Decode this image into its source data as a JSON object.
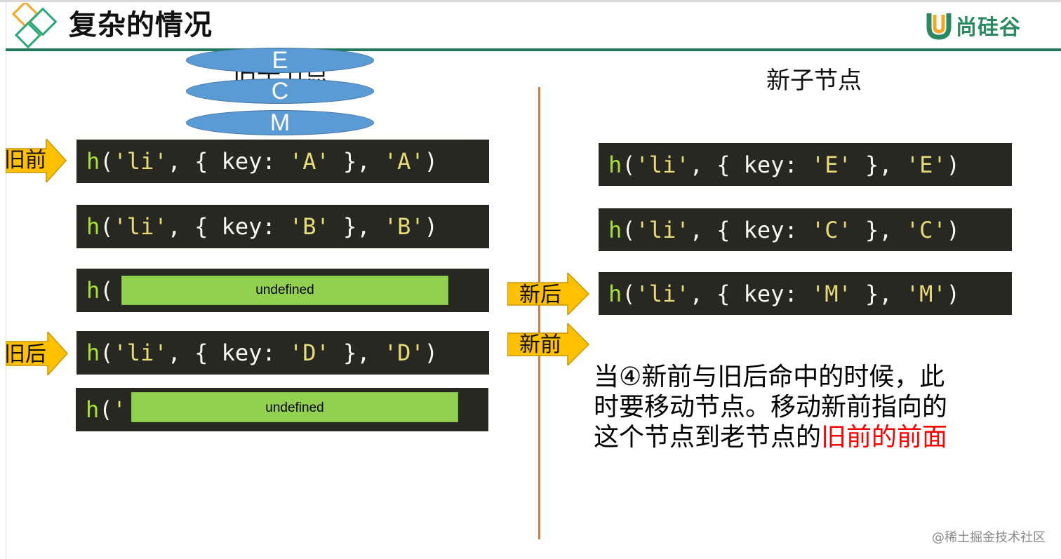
{
  "header": {
    "title": "复杂的情况",
    "brand": "尚硅谷"
  },
  "columns": {
    "old_label": "旧子节点",
    "new_label": "新子节点"
  },
  "overlay_ovals": [
    "E",
    "C",
    "M"
  ],
  "old_nodes": [
    {
      "h": "h",
      "open": "(",
      "tag": "'li'",
      "mid1": ", { key: ",
      "key": "'A'",
      "mid2": " }, ",
      "text": "'A'",
      "close": ")"
    },
    {
      "h": "h",
      "open": "(",
      "tag": "'li'",
      "mid1": ", { key: ",
      "key": "'B'",
      "mid2": " }, ",
      "text": "'B'",
      "close": ")"
    },
    {
      "h": "h",
      "open": "(",
      "close": ")",
      "mask": "undefined"
    },
    {
      "h": "h",
      "open": "(",
      "tag": "'li'",
      "mid1": ", { key: ",
      "key": "'D'",
      "mid2": " }, ",
      "text": "'D'",
      "close": ")"
    },
    {
      "h": "h",
      "open": "(",
      "tick": "'",
      "close": ")",
      "mask": "undefined"
    }
  ],
  "new_nodes": [
    {
      "h": "h",
      "open": "(",
      "tag": "'li'",
      "mid1": ", { key: ",
      "key": "'E'",
      "mid2": " }, ",
      "text": "'E'",
      "close": ")"
    },
    {
      "h": "h",
      "open": "(",
      "tag": "'li'",
      "mid1": ", { key: ",
      "key": "'C'",
      "mid2": " }, ",
      "text": "'C'",
      "close": ")"
    },
    {
      "h": "h",
      "open": "(",
      "tag": "'li'",
      "mid1": ", { key: ",
      "key": "'M'",
      "mid2": " }, ",
      "text": "'M'",
      "close": ")"
    }
  ],
  "pointers": {
    "old_front": "旧前",
    "old_back": "旧后",
    "new_back": "新后",
    "new_front": "新前"
  },
  "description": {
    "line1": "当④新前与旧后命中的时候，此",
    "line2": "时要移动节点。移动新前指向的",
    "line3_a": "这个节点到老节点的",
    "line3_highlight": "旧前的前面"
  },
  "watermark": "@稀土掘金技术社区",
  "colors": {
    "code_bg": "#272822",
    "func": "#a6e22e",
    "string": "#e6db74",
    "mask": "#92d050",
    "arrow": "#ffc000",
    "divider": "#e07a3a",
    "highlight": "#ff0000",
    "oval": "#5b9bd5",
    "header_rule": "#1f7a5a"
  }
}
